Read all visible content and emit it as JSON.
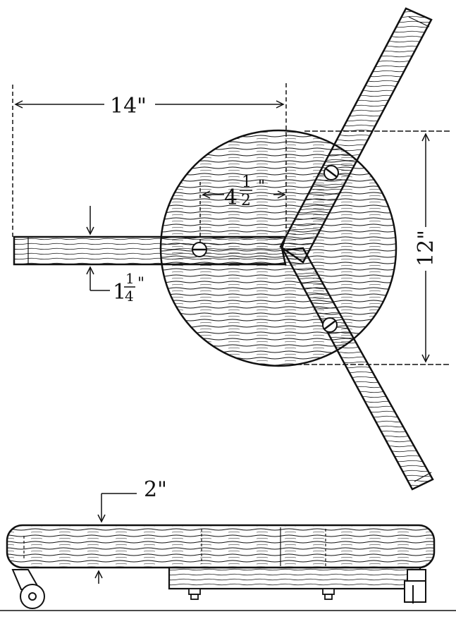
{
  "dimensions": {
    "span": "14\"",
    "diameter": "12\"",
    "offset_whole": "4",
    "offset_num": "1",
    "offset_den": "2",
    "offset_unit": "\"",
    "width_whole": "1",
    "width_num": "1",
    "width_den": "4",
    "width_unit": "\"",
    "thickness": "2\""
  },
  "colors": {
    "ink": "#111111",
    "paper": "#ffffff"
  }
}
